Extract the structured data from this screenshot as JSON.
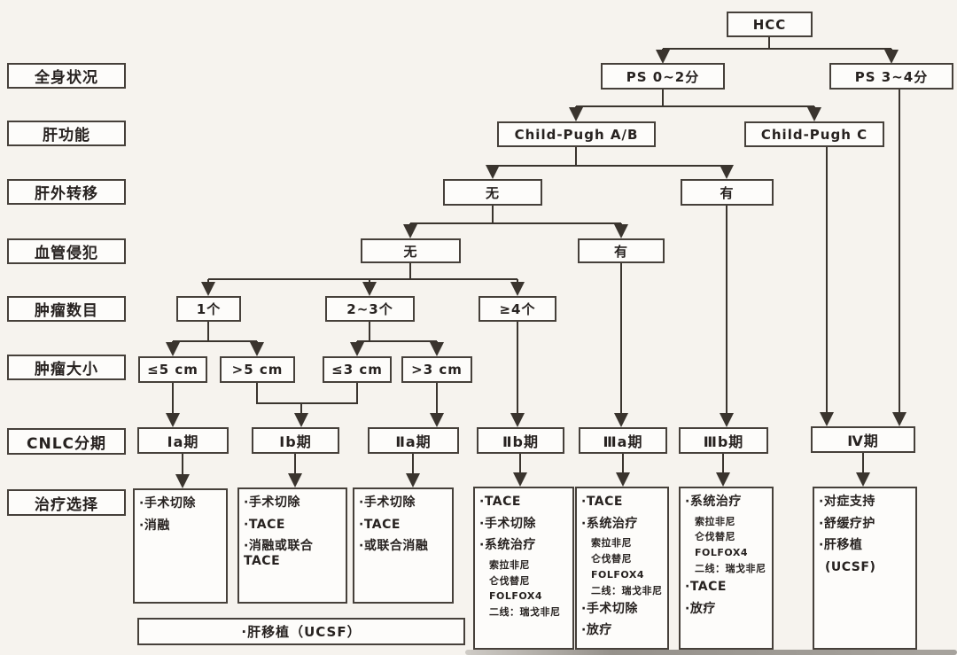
{
  "colors": {
    "background": "#f6f3ee",
    "box_background": "#fdfcfa",
    "box_border": "#46403a",
    "text": "#272220",
    "connector_line": "#3a342e"
  },
  "row_labels": {
    "general_condition": "全身状况",
    "liver_function": "肝功能",
    "extrahepatic_metastasis": "肝外转移",
    "vascular_invasion": "血管侵犯",
    "tumor_number": "肿瘤数目",
    "tumor_size": "肿瘤大小",
    "cnlc_stage": "CNLC分期",
    "treatment_choice": "治疗选择"
  },
  "nodes": {
    "hcc": "HCC",
    "ps_0_2": "PS 0~2分",
    "ps_3_4": "PS 3~4分",
    "child_pugh_ab": "Child-Pugh A/B",
    "child_pugh_c": "Child-Pugh C",
    "metastasis_no": "无",
    "metastasis_yes": "有",
    "vascular_no": "无",
    "vascular_yes": "有",
    "number_1": "1个",
    "number_2_3": "2~3个",
    "number_ge_4": "≥4个",
    "size_le_5cm": "≤5 cm",
    "size_gt_5cm": ">5 cm",
    "size_le_3cm": "≤3 cm",
    "size_gt_3cm": ">3 cm"
  },
  "stages": {
    "ia": "Ⅰa期",
    "ib": "Ⅰb期",
    "iia": "Ⅱa期",
    "iib": "Ⅱb期",
    "iiia": "Ⅲa期",
    "iiib": "Ⅲb期",
    "iv": "Ⅳ期"
  },
  "treatments": {
    "ia": [
      "·手术切除",
      "·消融"
    ],
    "ib": [
      "·手术切除",
      "·TACE",
      "·消融或联合TACE"
    ],
    "iia": [
      "·手术切除",
      "·TACE",
      "·或联合消融"
    ],
    "iib": [
      "·TACE",
      "·手术切除",
      "·系统治疗",
      "索拉非尼",
      "仑伐替尼",
      "FOLFOX4",
      "二线：瑞戈非尼"
    ],
    "iiia": [
      "·TACE",
      "·系统治疗",
      "索拉非尼",
      "仑伐替尼",
      "FOLFOX4",
      "二线：瑞戈非尼",
      "·手术切除",
      "·放疗"
    ],
    "iiib": [
      "·系统治疗",
      "索拉非尼",
      "仑伐替尼",
      "FOLFOX4",
      "二线：瑞戈非尼",
      "·TACE",
      "·放疗"
    ],
    "iv": [
      "·对症支持",
      "·舒缓疗护",
      "·肝移植",
      "(UCSF)"
    ]
  },
  "transplant_note": "·肝移植（UCSF）"
}
